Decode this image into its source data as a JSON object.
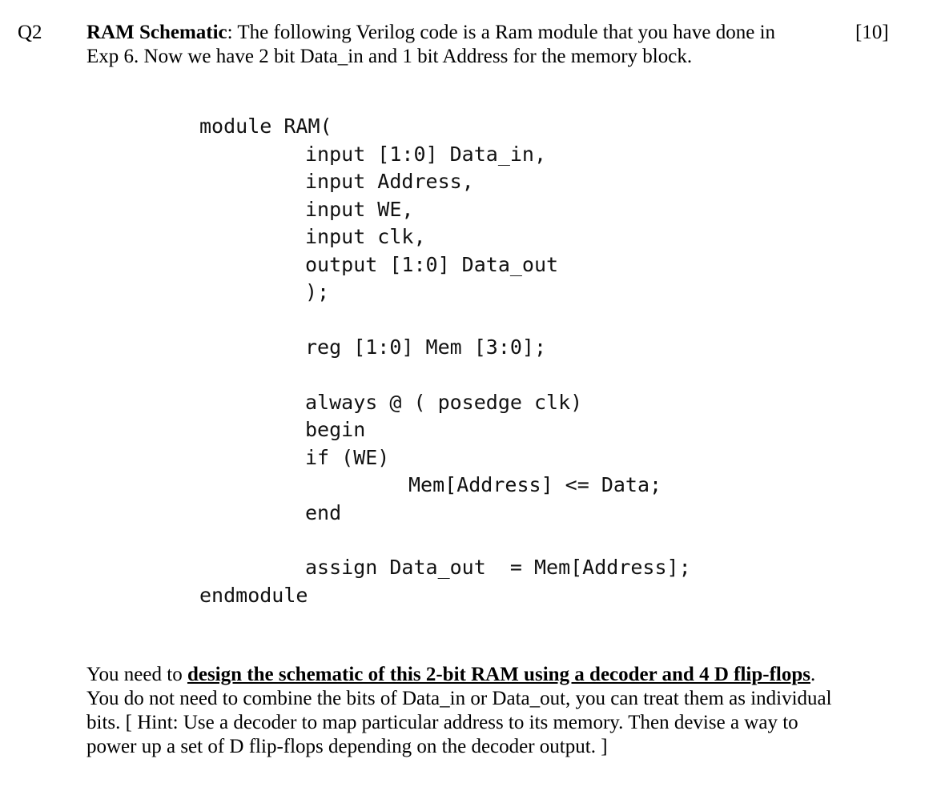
{
  "question": {
    "number": "Q2",
    "marks": "[10]",
    "title": "RAM Schematic",
    "intro_line1": ": The following Verilog code is a Ram module that you have done in",
    "intro_line2": "Exp 6. Now we have 2 bit Data_in and 1 bit Address for the memory block."
  },
  "code": {
    "lines": [
      "module RAM(",
      "input [1:0] Data_in,",
      "input Address,",
      "input WE,",
      "input clk,",
      "output [1:0] Data_out",
      ");",
      "reg [1:0] Mem [3:0];",
      "always @ ( posedge clk)",
      "begin",
      "if (WE)",
      "Mem[Address] <= Data;",
      "end",
      "assign Data_out  = Mem[Address];",
      "endmodule"
    ]
  },
  "instructions": {
    "prefix": "You need to ",
    "emphasis": "design the schematic of this 2-bit RAM using a decoder and 4 D flip-flops",
    "rest": ". You do not need to combine the bits of Data_in or Data_out, you can treat them as individual bits. [ Hint: Use a decoder to map particular address to its memory. Then devise a way to power up a set of D flip-flops depending on the decoder output. ]"
  }
}
